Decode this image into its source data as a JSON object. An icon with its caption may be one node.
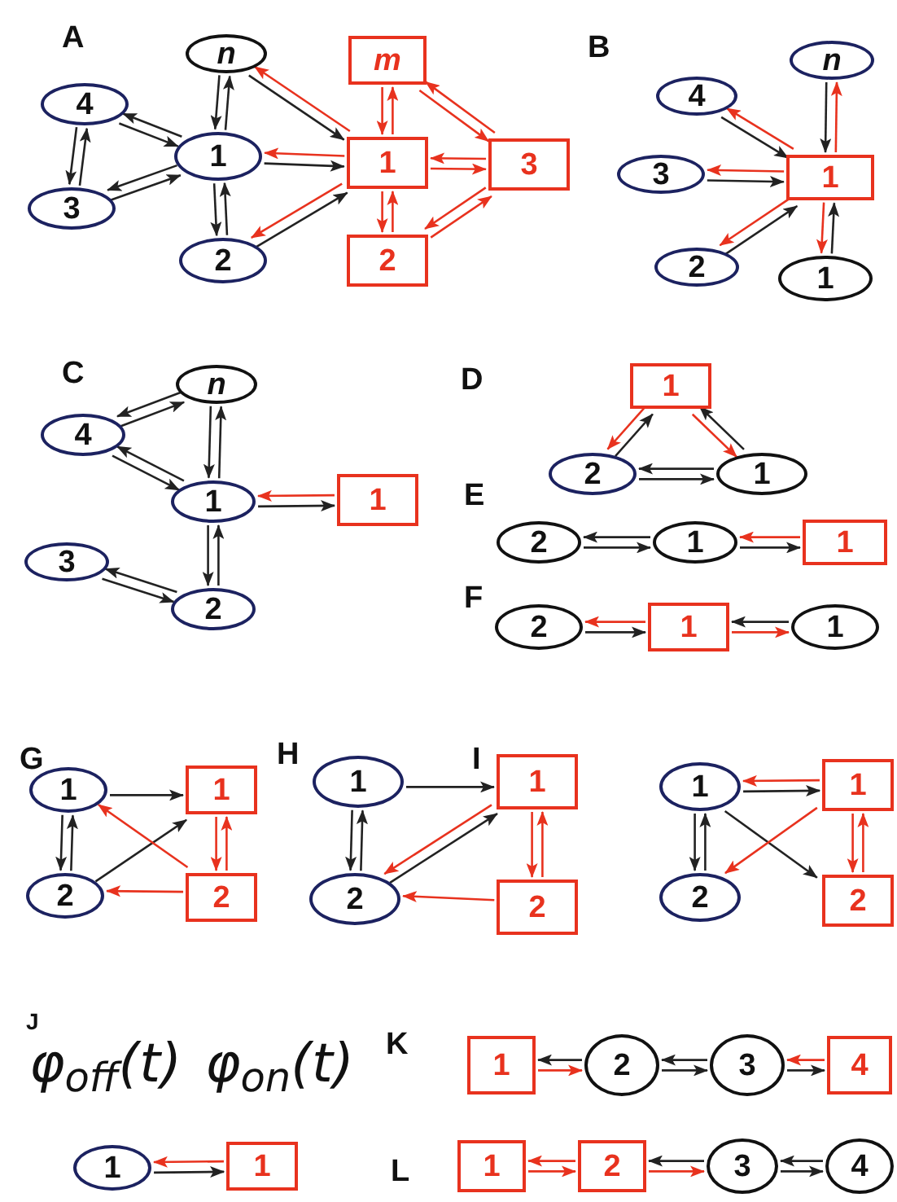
{
  "diagram": {
    "nodes": [
      {
        "text": [
          "n"
        ]
      },
      {
        "text": [
          "4"
        ]
      },
      {
        "text": [
          "1"
        ]
      },
      {
        "text": [
          "3"
        ]
      },
      {
        "text": [
          "2"
        ]
      },
      {
        "text": [
          "m"
        ]
      },
      {
        "text": [
          "1"
        ]
      },
      {
        "text": [
          "3"
        ]
      },
      {
        "text": [
          "2"
        ]
      },
      {
        "text": [
          "n"
        ]
      },
      {
        "text": [
          "4"
        ]
      },
      {
        "text": [
          "3"
        ]
      },
      {
        "text": [
          "1"
        ]
      },
      {
        "text": [
          "2"
        ]
      },
      {
        "text": [
          "1"
        ]
      },
      {
        "text": [
          "n"
        ]
      },
      {
        "text": [
          "4"
        ]
      },
      {
        "text": [
          "1"
        ]
      },
      {
        "text": [
          "1"
        ]
      },
      {
        "text": [
          "3"
        ]
      },
      {
        "text": [
          "2"
        ]
      },
      {
        "text": [
          "1"
        ]
      },
      {
        "text": [
          "2"
        ]
      },
      {
        "text": [
          "1"
        ]
      },
      {
        "text": [
          "2"
        ]
      },
      {
        "text": [
          "1"
        ]
      },
      {
        "text": [
          "1"
        ]
      },
      {
        "text": [
          "2"
        ]
      },
      {
        "text": [
          "1"
        ]
      },
      {
        "text": [
          "1"
        ]
      },
      {
        "text": [
          "1"
        ]
      },
      {
        "text": [
          "1"
        ]
      },
      {
        "text": [
          "2"
        ]
      },
      {
        "text": [
          "2"
        ]
      },
      {
        "text": [
          "1"
        ]
      },
      {
        "text": [
          "1"
        ]
      },
      {
        "text": [
          "2"
        ]
      },
      {
        "text": [
          "2"
        ]
      },
      {
        "text": [
          "1"
        ]
      },
      {
        "text": [
          "1"
        ]
      },
      {
        "text": [
          "2"
        ]
      },
      {
        "text": [
          "2"
        ]
      },
      {
        "text": [
          "1"
        ]
      },
      {
        "text": [
          "1"
        ]
      },
      {
        "text": [
          "1"
        ]
      },
      {
        "text": [
          "2"
        ]
      },
      {
        "text": [
          "3"
        ]
      },
      {
        "text": [
          "4"
        ]
      },
      {
        "text": [
          "1"
        ]
      },
      {
        "text": [
          "2"
        ]
      },
      {
        "text": [
          "3"
        ]
      },
      {
        "text": [
          "4"
        ]
      }
    ],
    "edges": [
      {
        "from": 1,
        "to": 2,
        "arrow": "to"
      },
      {
        "from": 2,
        "to": 1,
        "arrow": "to"
      },
      {
        "from": 3,
        "to": 1,
        "arrow": "to"
      },
      {
        "from": 1,
        "to": 3,
        "arrow": "to"
      },
      {
        "from": 3,
        "to": 2,
        "arrow": "to"
      },
      {
        "from": 2,
        "to": 3,
        "arrow": "to"
      },
      {
        "from": 0,
        "to": 2,
        "arrow": "to"
      },
      {
        "from": 2,
        "to": 0,
        "arrow": "to"
      },
      {
        "from": 2,
        "to": 4,
        "arrow": "to"
      },
      {
        "from": 4,
        "to": 2,
        "arrow": "to"
      },
      {
        "from": 0,
        "to": 6,
        "arrow": "to"
      },
      {
        "from": 6,
        "to": 0,
        "arrow": "to",
        "color": "#e8321e"
      },
      {
        "from": 2,
        "to": 6,
        "arrow": "to"
      },
      {
        "from": 6,
        "to": 2,
        "arrow": "to",
        "color": "#e8321e"
      },
      {
        "from": 4,
        "to": 6,
        "arrow": "to"
      },
      {
        "from": 6,
        "to": 4,
        "arrow": "to",
        "color": "#e8321e"
      },
      {
        "from": 5,
        "to": 6,
        "arrow": "to",
        "color": "#e8321e"
      },
      {
        "from": 6,
        "to": 5,
        "arrow": "to",
        "color": "#e8321e"
      },
      {
        "from": 6,
        "to": 7,
        "arrow": "to",
        "color": "#e8321e"
      },
      {
        "from": 7,
        "to": 6,
        "arrow": "to",
        "color": "#e8321e"
      },
      {
        "from": 5,
        "to": 7,
        "arrow": "to",
        "color": "#e8321e"
      },
      {
        "from": 7,
        "to": 5,
        "arrow": "to",
        "color": "#e8321e"
      },
      {
        "from": 8,
        "to": 7,
        "arrow": "to",
        "color": "#e8321e"
      },
      {
        "from": 7,
        "to": 8,
        "arrow": "to",
        "color": "#e8321e"
      },
      {
        "from": 6,
        "to": 8,
        "arrow": "to",
        "color": "#e8321e"
      },
      {
        "from": 8,
        "to": 6,
        "arrow": "to",
        "color": "#e8321e"
      },
      {
        "from": 10,
        "to": 12,
        "arrow": "to"
      },
      {
        "from": 12,
        "to": 10,
        "arrow": "to",
        "color": "#e8321e"
      },
      {
        "from": 11,
        "to": 12,
        "arrow": "to"
      },
      {
        "from": 12,
        "to": 11,
        "arrow": "to",
        "color": "#e8321e"
      },
      {
        "from": 13,
        "to": 12,
        "arrow": "to"
      },
      {
        "from": 12,
        "to": 13,
        "arrow": "to",
        "color": "#e8321e"
      },
      {
        "from": 14,
        "to": 12,
        "arrow": "to"
      },
      {
        "from": 12,
        "to": 14,
        "arrow": "to",
        "color": "#e8321e"
      },
      {
        "from": 9,
        "to": 12,
        "arrow": "to"
      },
      {
        "from": 12,
        "to": 9,
        "arrow": "to",
        "color": "#e8321e"
      },
      {
        "from": 15,
        "to": 16,
        "arrow": "to"
      },
      {
        "from": 16,
        "to": 15,
        "arrow": "to"
      },
      {
        "from": 16,
        "to": 17,
        "arrow": "to"
      },
      {
        "from": 17,
        "to": 16,
        "arrow": "to"
      },
      {
        "from": 15,
        "to": 17,
        "arrow": "to"
      },
      {
        "from": 17,
        "to": 15,
        "arrow": "to"
      },
      {
        "from": 19,
        "to": 20,
        "arrow": "to"
      },
      {
        "from": 20,
        "to": 19,
        "arrow": "to"
      },
      {
        "from": 17,
        "to": 20,
        "arrow": "to"
      },
      {
        "from": 20,
        "to": 17,
        "arrow": "to"
      },
      {
        "from": 17,
        "to": 18,
        "arrow": "to"
      },
      {
        "from": 18,
        "to": 17,
        "arrow": "to",
        "color": "#e8321e"
      },
      {
        "from": 22,
        "to": 21,
        "arrow": "to"
      },
      {
        "from": 21,
        "to": 22,
        "arrow": "to",
        "color": "#e8321e"
      },
      {
        "from": 23,
        "to": 21,
        "arrow": "to"
      },
      {
        "from": 21,
        "to": 23,
        "arrow": "to",
        "color": "#e8321e"
      },
      {
        "from": 22,
        "to": 23,
        "arrow": "to"
      },
      {
        "from": 23,
        "to": 22,
        "arrow": "to"
      },
      {
        "from": 24,
        "to": 25,
        "arrow": "to"
      },
      {
        "from": 25,
        "to": 24,
        "arrow": "to"
      },
      {
        "from": 25,
        "to": 26,
        "arrow": "to"
      },
      {
        "from": 26,
        "to": 25,
        "arrow": "to",
        "color": "#e8321e"
      },
      {
        "from": 27,
        "to": 28,
        "arrow": "to"
      },
      {
        "from": 28,
        "to": 27,
        "arrow": "to",
        "color": "#e8321e"
      },
      {
        "from": 28,
        "to": 29,
        "arrow": "to",
        "color": "#e8321e"
      },
      {
        "from": 29,
        "to": 28,
        "arrow": "to"
      },
      {
        "from": 30,
        "to": 31,
        "arrow": "to"
      },
      {
        "from": 32,
        "to": 31,
        "arrow": "to"
      },
      {
        "from": 33,
        "to": 30,
        "arrow": "to",
        "color": "#e8321e"
      },
      {
        "from": 33,
        "to": 32,
        "arrow": "to",
        "color": "#e8321e"
      },
      {
        "from": 30,
        "to": 32,
        "arrow": "to"
      },
      {
        "from": 32,
        "to": 30,
        "arrow": "to"
      },
      {
        "from": 31,
        "to": 33,
        "arrow": "to",
        "color": "#e8321e"
      },
      {
        "from": 33,
        "to": 31,
        "arrow": "to",
        "color": "#e8321e"
      },
      {
        "from": 34,
        "to": 35,
        "arrow": "to"
      },
      {
        "from": 36,
        "to": 35,
        "arrow": "to"
      },
      {
        "from": 35,
        "to": 36,
        "arrow": "to",
        "color": "#e8321e"
      },
      {
        "from": 37,
        "to": 36,
        "arrow": "to",
        "color": "#e8321e"
      },
      {
        "from": 34,
        "to": 36,
        "arrow": "to"
      },
      {
        "from": 36,
        "to": 34,
        "arrow": "to"
      },
      {
        "from": 35,
        "to": 37,
        "arrow": "to",
        "color": "#e8321e"
      },
      {
        "from": 37,
        "to": 35,
        "arrow": "to",
        "color": "#e8321e"
      },
      {
        "from": 39,
        "to": 38,
        "arrow": "to",
        "color": "#e8321e"
      },
      {
        "from": 38,
        "to": 39,
        "arrow": "to"
      },
      {
        "from": 38,
        "to": 41,
        "arrow": "to"
      },
      {
        "from": 39,
        "to": 40,
        "arrow": "to",
        "color": "#e8321e"
      },
      {
        "from": 38,
        "to": 40,
        "arrow": "to"
      },
      {
        "from": 40,
        "to": 38,
        "arrow": "to"
      },
      {
        "from": 39,
        "to": 41,
        "arrow": "to",
        "color": "#e8321e"
      },
      {
        "from": 41,
        "to": 39,
        "arrow": "to",
        "color": "#e8321e"
      },
      {
        "from": 43,
        "to": 42,
        "arrow": "to",
        "color": "#e8321e"
      },
      {
        "from": 42,
        "to": 43,
        "arrow": "to"
      },
      {
        "from": 45,
        "to": 44,
        "arrow": "to"
      },
      {
        "from": 44,
        "to": 45,
        "arrow": "to",
        "color": "#e8321e"
      },
      {
        "from": 46,
        "to": 45,
        "arrow": "to"
      },
      {
        "from": 45,
        "to": 46,
        "arrow": "to"
      },
      {
        "from": 47,
        "to": 46,
        "arrow": "to",
        "color": "#e8321e"
      },
      {
        "from": 46,
        "to": 47,
        "arrow": "to"
      },
      {
        "from": 49,
        "to": 48,
        "arrow": "to",
        "color": "#e8321e"
      },
      {
        "from": 48,
        "to": 49,
        "arrow": "to",
        "color": "#e8321e"
      },
      {
        "from": 50,
        "to": 49,
        "arrow": "to"
      },
      {
        "from": 49,
        "to": 50,
        "arrow": "to",
        "color": "#e8321e"
      },
      {
        "from": 51,
        "to": 50,
        "arrow": "to"
      },
      {
        "from": 50,
        "to": 51,
        "arrow": "to"
      }
    ],
    "labels": [
      "A",
      "B",
      "C",
      "D",
      "E",
      "F",
      "G",
      "H",
      "I",
      "J",
      "φ$_{off}$(t)",
      "φ$_{on}$(t)",
      "K",
      "L"
    ]
  }
}
